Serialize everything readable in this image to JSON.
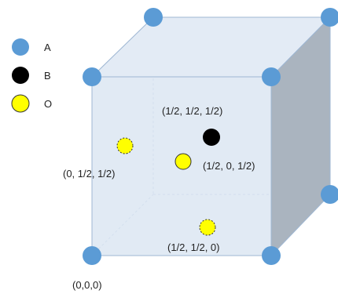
{
  "legend": [
    {
      "label": "A",
      "color": "#5b9bd5",
      "kind": "filled"
    },
    {
      "label": "B",
      "color": "#000000",
      "kind": "filled"
    },
    {
      "label": "O",
      "color": "#ffff00",
      "kind": "filled"
    }
  ],
  "colors": {
    "front_face": "#dce6f2",
    "top_face": "#e3ebf5",
    "side_face": "#aab4bf",
    "edge": "#9fb7d3",
    "atom_a": "#5b9bd5",
    "atom_b": "#000000",
    "atom_o": "#ffff00"
  },
  "labels": {
    "body_center": "(1/2, 1/2, 1/2)",
    "left_face": "(0, 1/2, 1/2)",
    "front_face": "(1/2, 0, 1/2)",
    "bottom_face": "(1/2, 1/2, 0)",
    "origin": "(0,0,0)"
  }
}
